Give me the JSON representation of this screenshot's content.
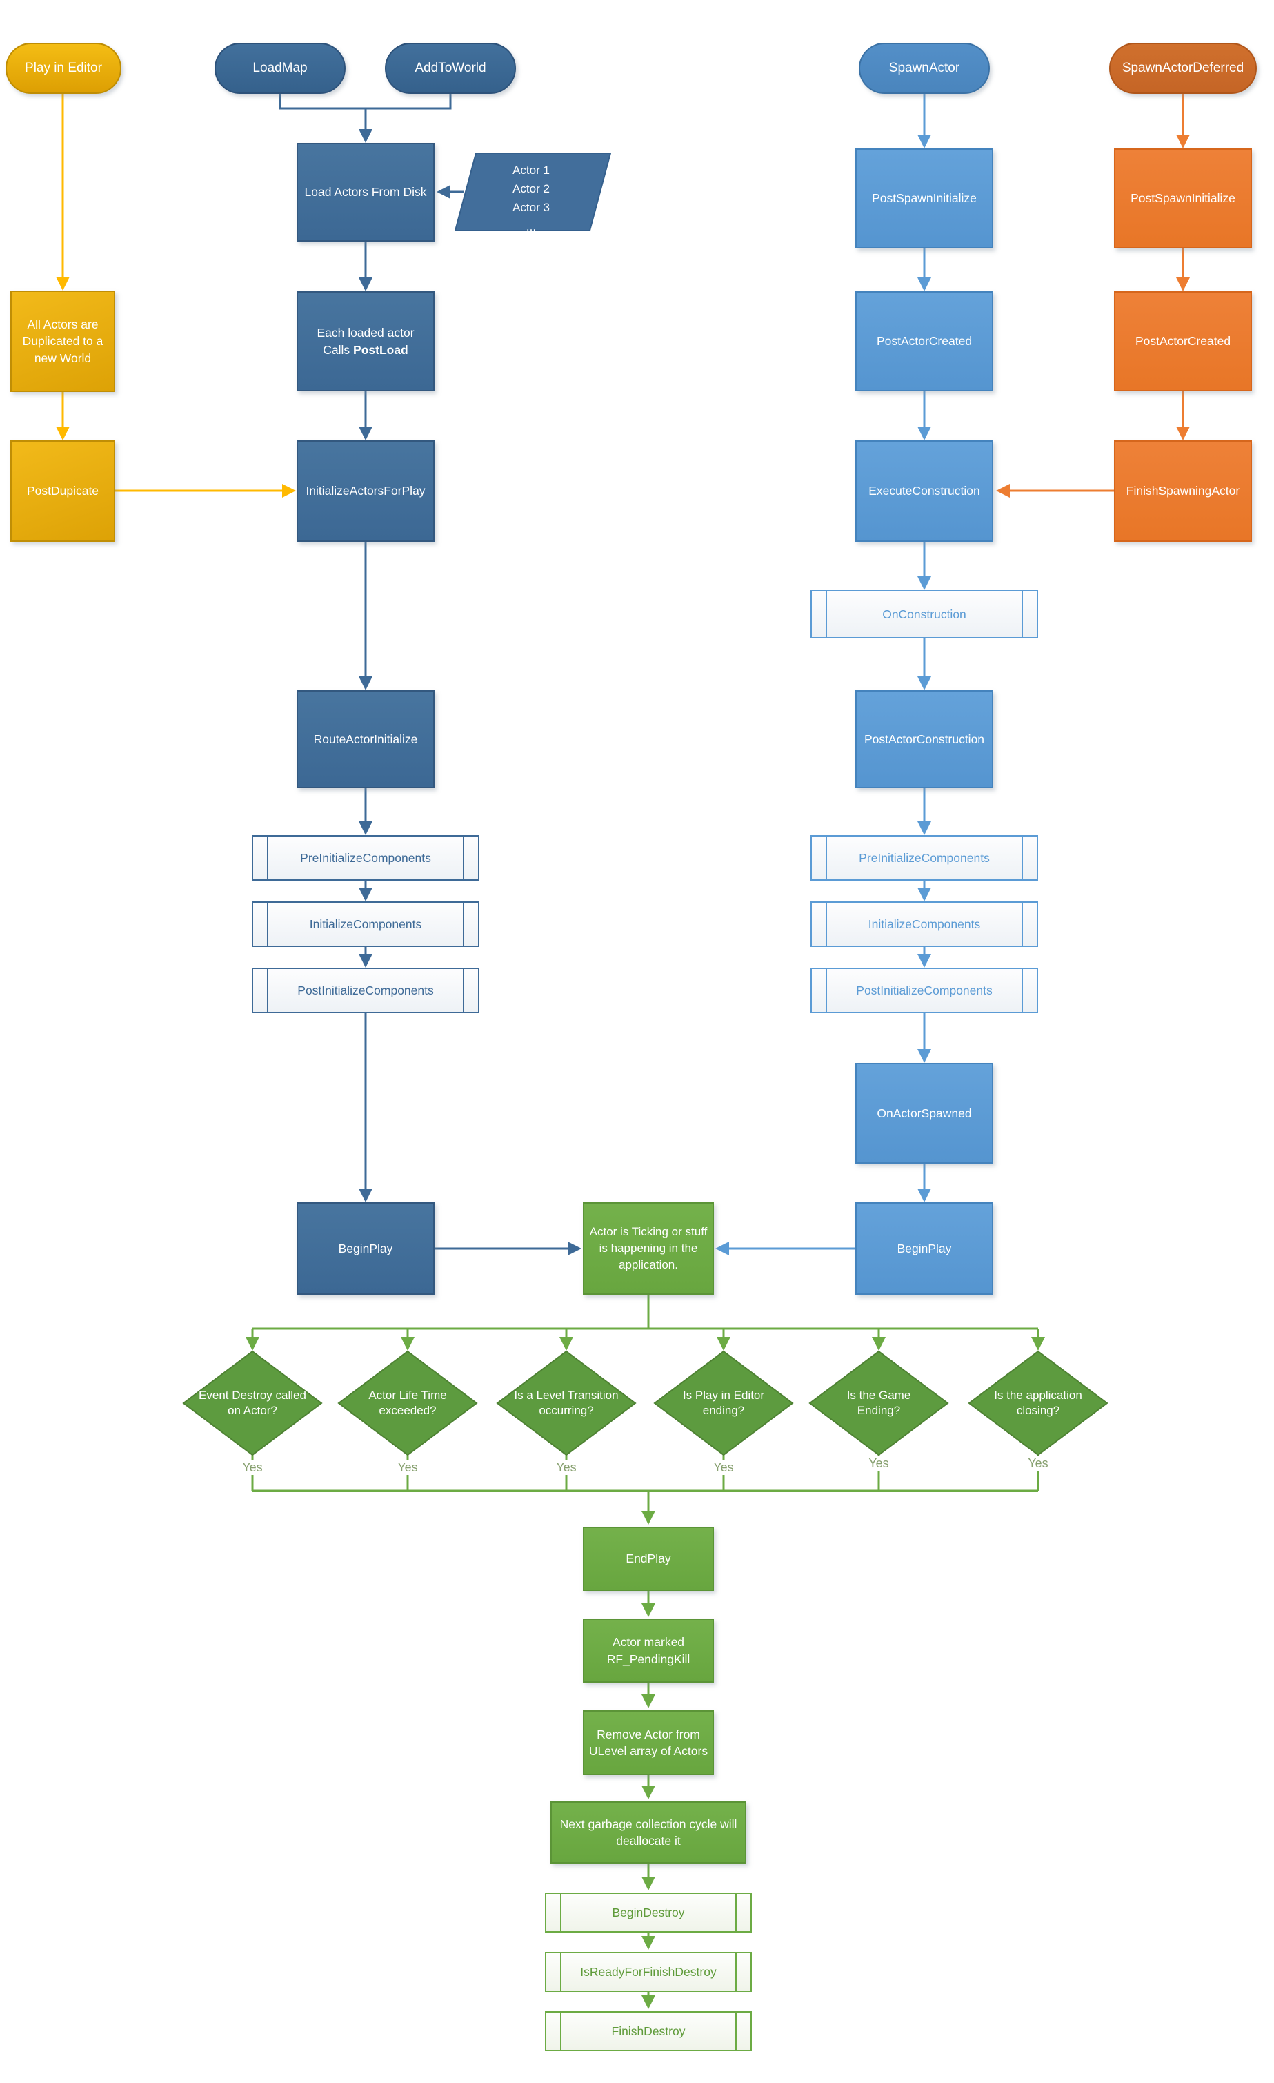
{
  "nodes": {
    "editor": {
      "play_in_editor": "Play in Editor",
      "all_actors_duplicated": "All Actors are Duplicated to a new World",
      "post_dupicate": "PostDupicate"
    },
    "load": {
      "load_map": "LoadMap",
      "add_to_world": "AddToWorld",
      "load_actors_from_disk": "Load Actors From Disk",
      "actor_list": [
        "Actor 1",
        "Actor 2",
        "Actor 3",
        "..."
      ],
      "post_load_line1": "Each loaded actor",
      "post_load_line2_prefix": "Calls ",
      "post_load_line2_bold": "PostLoad",
      "initialize_actors_for_play": "InitializeActorsForPlay",
      "route_actor_initialize": "RouteActorInitialize",
      "pre_initialize_components": "PreInitializeComponents",
      "initialize_components": "InitializeComponents",
      "post_initialize_components": "PostInitializeComponents",
      "begin_play": "BeginPlay"
    },
    "spawn": {
      "spawn_actor": "SpawnActor",
      "post_spawn_initialize": "PostSpawnInitialize",
      "post_actor_created": "PostActorCreated",
      "execute_construction": "ExecuteConstruction",
      "on_construction": "OnConstruction",
      "post_actor_construction": "PostActorConstruction",
      "pre_initialize_components": "PreInitializeComponents",
      "initialize_components": "InitializeComponents",
      "post_initialize_components": "PostInitializeComponents",
      "on_actor_spawned": "OnActorSpawned",
      "begin_play": "BeginPlay"
    },
    "deferred": {
      "spawn_actor_deferred": "SpawnActorDeferred",
      "post_spawn_initialize": "PostSpawnInitialize",
      "post_actor_created": "PostActorCreated",
      "finish_spawning_actor": "FinishSpawningActor"
    },
    "runtime": {
      "ticking": "Actor is Ticking or stuff is happening in the application."
    },
    "teardown": {
      "end_play": "EndPlay",
      "pending_kill": "Actor marked RF_PendingKill",
      "remove_from_ulevel": "Remove Actor from ULevel array of Actors",
      "garbage_collection": "Next garbage collection cycle will deallocate it",
      "begin_destroy": "BeginDestroy",
      "is_ready_for_finish_destroy": "IsReadyForFinishDestroy",
      "finish_destroy": "FinishDestroy"
    }
  },
  "decisions": [
    {
      "label": "Event Destroy called on Actor?",
      "yes": "Yes"
    },
    {
      "label": "Actor Life Time exceeded?",
      "yes": "Yes"
    },
    {
      "label": "Is a Level Transition occurring?",
      "yes": "Yes"
    },
    {
      "label": "Is Play in Editor ending?",
      "yes": "Yes"
    },
    {
      "label": "Is the Game Ending?",
      "yes": "Yes"
    },
    {
      "label": "Is the application closing?",
      "yes": "Yes"
    }
  ],
  "colors": {
    "gold": "#E7B112",
    "gold_connector": "#FFB900",
    "dark_blue": "#3E6A97",
    "light_blue": "#5B9BD5",
    "orange": "#ED7D31",
    "orange_pill": "#C96A2B",
    "green": "#6CAB44",
    "green_diamond": "#5D9B3F",
    "yes_text": "#87A06F",
    "background": "#FFFFFF"
  }
}
